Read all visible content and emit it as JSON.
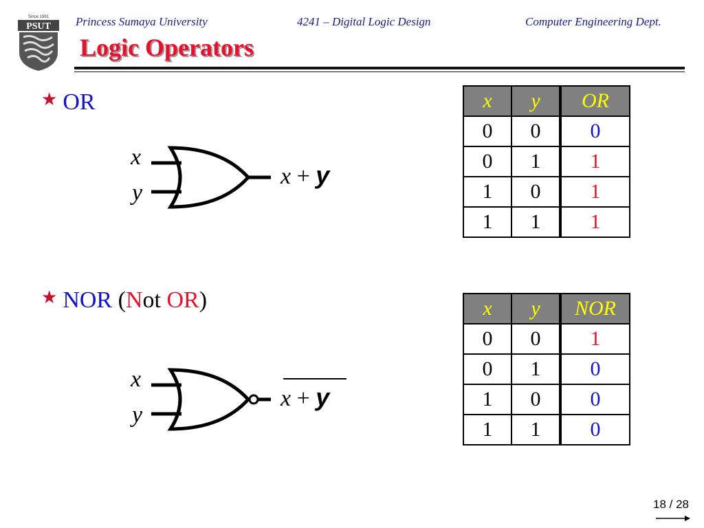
{
  "header": {
    "logo_text": "PSUT",
    "logo_since": "Since 1991",
    "university": "Princess Sumaya University",
    "course": "4241 – Digital Logic Design",
    "department": "Computer Engineering Dept."
  },
  "slide": {
    "title": "Logic Operators"
  },
  "or_section": {
    "bullet": "OR",
    "gate_input_x": "x",
    "gate_input_y": "y",
    "expr_x": "x",
    "expr_op": "+",
    "expr_y": "y",
    "table": {
      "headers": [
        "x",
        "y",
        "OR"
      ],
      "rows": [
        [
          "0",
          "0",
          "0"
        ],
        [
          "0",
          "1",
          "1"
        ],
        [
          "1",
          "0",
          "1"
        ],
        [
          "1",
          "1",
          "1"
        ]
      ]
    }
  },
  "nor_section": {
    "bullet_nor": "NOR",
    "paren_open": "(",
    "n_letter": "N",
    "ot_letters": "ot",
    "or_word": "OR",
    "paren_close": ")",
    "gate_input_x": "x",
    "gate_input_y": "y",
    "expr_x": "x",
    "expr_op": "+",
    "expr_y": "y",
    "table": {
      "headers": [
        "x",
        "y",
        "NOR"
      ],
      "rows": [
        [
          "0",
          "0",
          "1"
        ],
        [
          "0",
          "1",
          "0"
        ],
        [
          "1",
          "0",
          "0"
        ],
        [
          "1",
          "1",
          "0"
        ]
      ]
    }
  },
  "footer": {
    "page": "18 / 28"
  },
  "colors": {
    "title": "#e8112d",
    "header_text": "#1a1a8c",
    "bullet_blue": "#1111cc",
    "value_red": "#e8112d",
    "value_blue": "#1111cc",
    "table_header_bg": "#808080",
    "table_header_text": "#ffff00"
  }
}
